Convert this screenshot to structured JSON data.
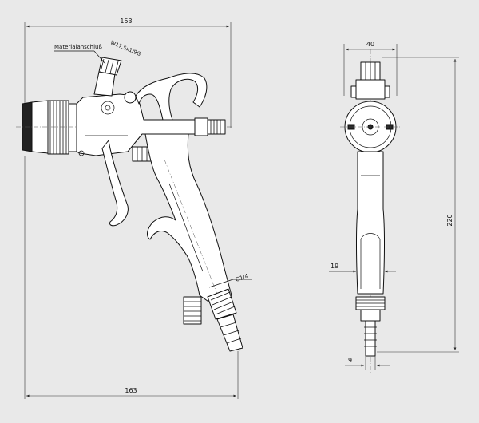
{
  "side_view": {
    "label_material_connection": "Materialanschluß",
    "label_thread_top": "W17,5x1/9G",
    "label_air_thread": "G1/4",
    "dim_top_length": "153",
    "dim_bottom_length": "163"
  },
  "front_view": {
    "dim_width": "40",
    "dim_height": "220",
    "dim_grip": "19",
    "dim_nipple": "9"
  }
}
